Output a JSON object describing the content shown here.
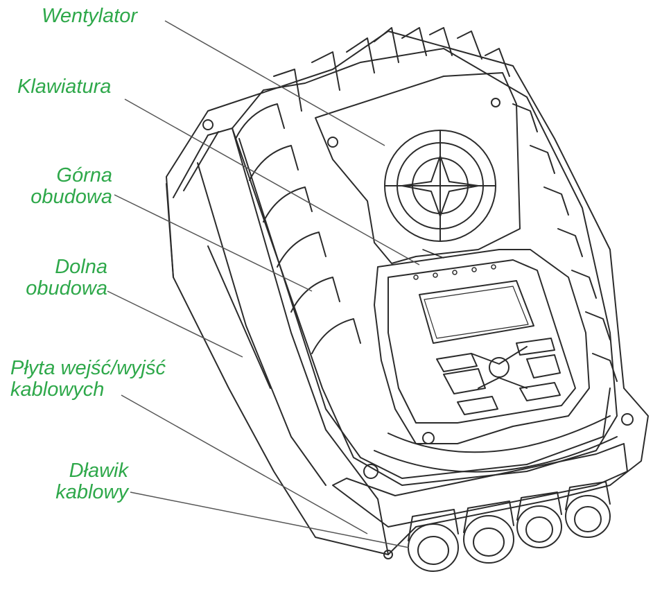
{
  "colors": {
    "label": "#2ea84a",
    "line": "#2b2b2b",
    "leader": "#555555"
  },
  "labels": {
    "fan": {
      "lines": [
        "Wentylator"
      ]
    },
    "keypad": {
      "lines": [
        "Klawiatura"
      ]
    },
    "upper": {
      "lines": [
        "Górna",
        "obudowa"
      ]
    },
    "lower": {
      "lines": [
        "Dolna",
        "obudowa"
      ]
    },
    "plate": {
      "lines": [
        "Płyta wejść/wyjść",
        "kablowych"
      ]
    },
    "gland": {
      "lines": [
        "Dławik",
        "kablowy"
      ]
    }
  }
}
